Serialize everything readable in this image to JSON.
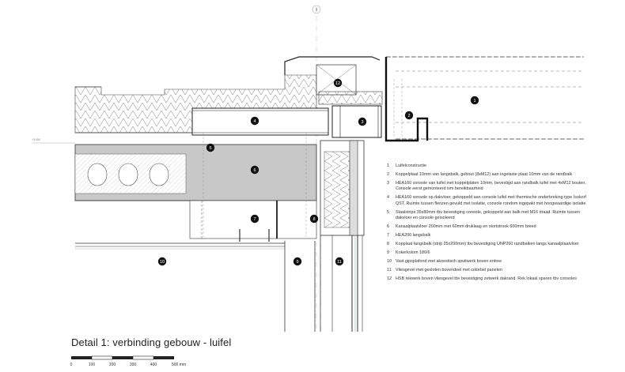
{
  "grid_marker": "9",
  "level_label": "+3,000",
  "title": "Detail 1: verbinding gebouw - luifel",
  "scale_bar": {
    "labels": [
      "0",
      "100",
      "200",
      "300",
      "400",
      "500 mm"
    ]
  },
  "callouts": [
    "1",
    "2",
    "3",
    "4",
    "5",
    "6",
    "7",
    "8",
    "9",
    "10",
    "11",
    "12"
  ],
  "legend": [
    {
      "num": "1",
      "text": "Luifelconstructie"
    },
    {
      "num": "2",
      "text": "Koppelplaat 10mm van langsbalk, gebout (8xM12) aan ingelaste plaat 10mm van de randbalk"
    },
    {
      "num": "3",
      "text": "HEA160 console van luifel met koppelplaten 10mm, bevestigd aan randbalk luifel met 4xM12 bouten. Console eerst gemonteerd ivm bereikbaarheid"
    },
    {
      "num": "4",
      "text": "HEA160 console op dakvloer, gekoppeld aan console luifel met thermische onderbreking type Isokorf QST. Ruimte tussen flenzen gevuld met isolatie, console rondom ingepakt met hoogwaardige isolatie"
    },
    {
      "num": "5",
      "text": "Staalstrips 35x80mm tbv bevestiging console, gekoppeld aan balk met M16 draad. Ruimte tussen dakvloer en console geïsoleerd"
    },
    {
      "num": "6",
      "text": "Kanaalplaatvloer 200mm met 60mm druklaag en stortstrook 600mm breed"
    },
    {
      "num": "7",
      "text": "HEA200 langsbalk"
    },
    {
      "num": "8",
      "text": "Kopplaat langsbalk (strip 25x200mm) tbv bevestiging UNP260 randbalken langs kanaalplaatvloer"
    },
    {
      "num": "9",
      "text": "Kokerkolom 180/6"
    },
    {
      "num": "10",
      "text": "Vast gipsplafond met akoestisch spuitwerk boven entree"
    },
    {
      "num": "11",
      "text": "Vliesgevel met gesloten bovendeel met colorbel panelen"
    },
    {
      "num": "12",
      "text": "HSB rekwerk boven vliesgevel tbv bevestiging zetwerk dakrand. Rek lokaal sparen tbv consoles"
    }
  ]
}
